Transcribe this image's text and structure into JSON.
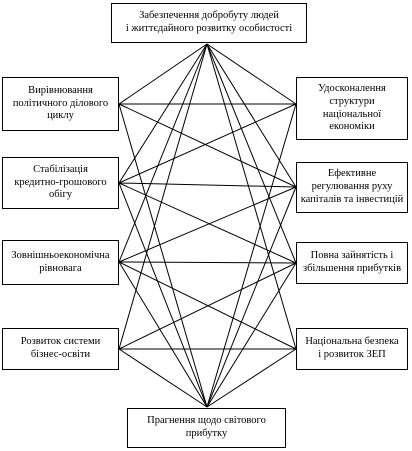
{
  "diagram": {
    "top": {
      "text": "Забезпечення  добробуту людей\nі життєдайного розвитку особистості"
    },
    "bottom": {
      "text": "Прагнення щодо світового\nприбутку"
    },
    "left": [
      {
        "id": "l1",
        "text": "Вирівнювання\nполітичного ділового\nциклу"
      },
      {
        "id": "l2",
        "text": "Стабілізація\nкредитно-грошового\nобігу"
      },
      {
        "id": "l3",
        "text": "Зовнішньоекономічна\nрівновага"
      },
      {
        "id": "l4",
        "text": "Розвиток системи\nбізнес-освіти"
      }
    ],
    "right": [
      {
        "id": "r1",
        "text": "Удосконалення\nструктури\nнаціональної\nекономіки"
      },
      {
        "id": "r2",
        "text": "Ефективне\nрегулювання руху\nкапіталів та інвестицій"
      },
      {
        "id": "r3",
        "text": "Повна зайнятість і\nзбільшення прибутків"
      },
      {
        "id": "r4",
        "text": "Національна безпека\nі розвиток ЗЕП"
      }
    ]
  }
}
